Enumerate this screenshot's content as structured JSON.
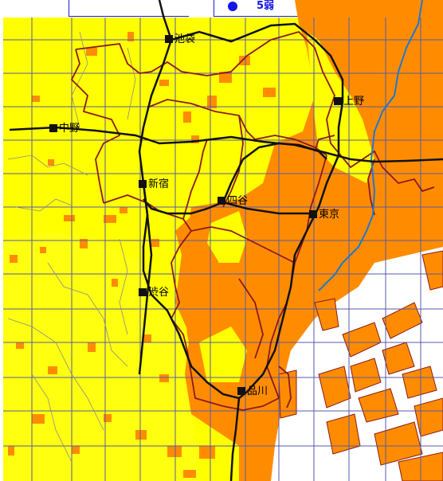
{
  "legend": {
    "label": "5弱",
    "dot_color": "#1515e6"
  },
  "colors": {
    "intensity_5_lower_yellow": "#ffff00",
    "intensity_5_upper_orange": "#ff8c00",
    "grid": "#5a5aa8",
    "ward_border": "#8b1a1a",
    "rail": "#111111",
    "river": "#1e78d2",
    "sea": "#ffffff"
  },
  "stations": [
    {
      "id": "ikebukuro",
      "label": "池袋"
    },
    {
      "id": "ueno",
      "label": "上野"
    },
    {
      "id": "nakano",
      "label": "中野"
    },
    {
      "id": "shinjuku",
      "label": "新宿"
    },
    {
      "id": "yotsuya",
      "label": "四谷"
    },
    {
      "id": "tokyo",
      "label": "東京"
    },
    {
      "id": "shibuya",
      "label": "渋谷"
    },
    {
      "id": "shinagawa",
      "label": "品川"
    }
  ]
}
